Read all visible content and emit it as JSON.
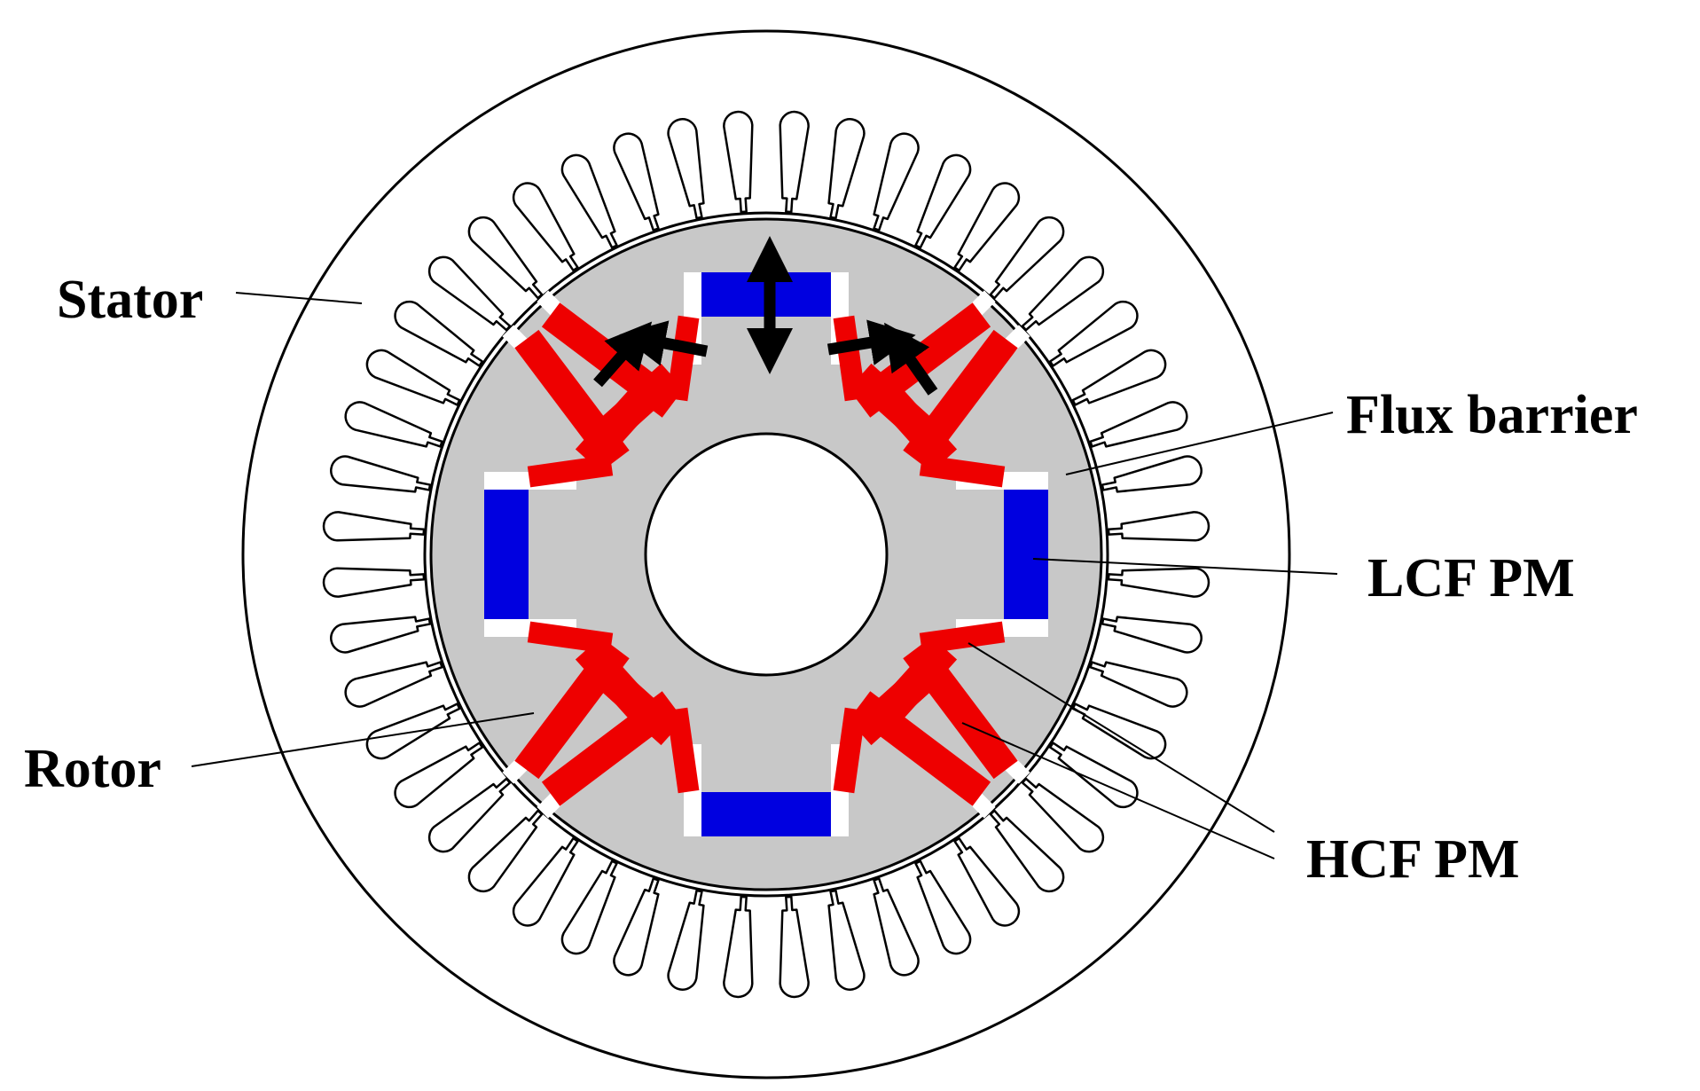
{
  "labels": {
    "stator": "Stator",
    "rotor": "Rotor",
    "flux_barrier": "Flux barrier",
    "lcf_pm": "LCF PM",
    "hcf_pm": "HCF PM"
  },
  "machine": {
    "stator_slots": 48,
    "pole_pairs": 2
  },
  "colors": {
    "rotor_core": "#c8c8c8",
    "lcf_magnet": "#0000e0",
    "hcf_magnet": "#ee0000",
    "flux_barrier": "#ffffff",
    "outline": "#000000",
    "magnetization_arrow": "#000000"
  }
}
